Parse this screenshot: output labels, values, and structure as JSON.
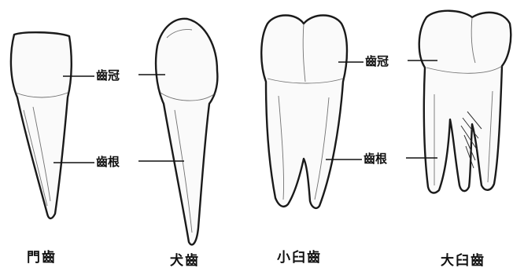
{
  "labels": {
    "crown": "齒冠",
    "root": "齒根"
  },
  "teeth": [
    {
      "caption": "門齒"
    },
    {
      "caption": "犬齒"
    },
    {
      "caption": "小臼齒"
    },
    {
      "caption": "大臼齒"
    }
  ],
  "colors": {
    "ink": "#111111",
    "paper": "#ffffff"
  }
}
